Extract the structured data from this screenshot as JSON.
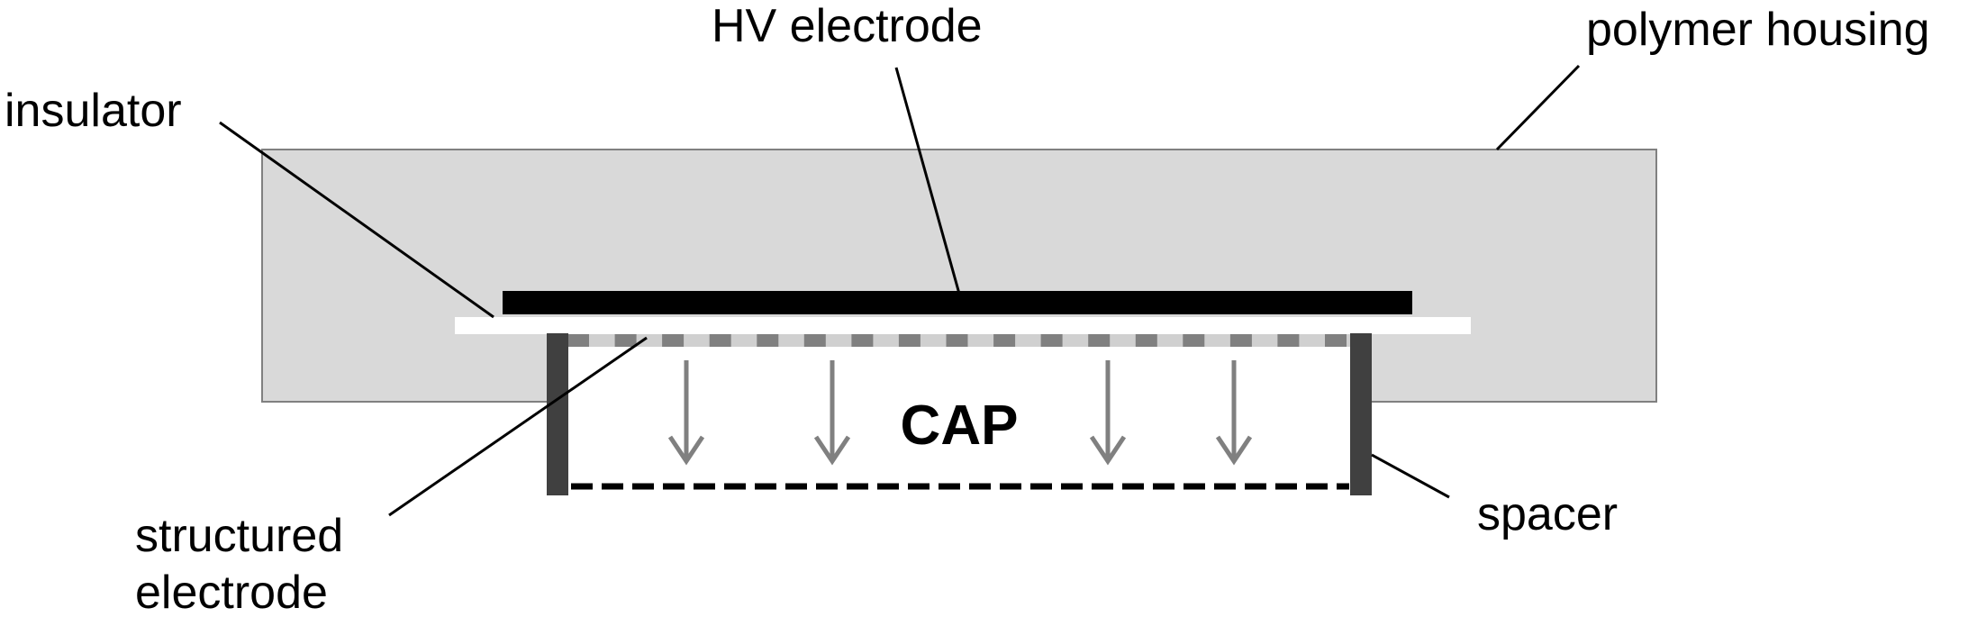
{
  "labels": {
    "hv_electrode": "HV electrode",
    "polymer_housing": "polymer housing",
    "insulator": "insulator",
    "structured_electrode_line1": "structured",
    "structured_electrode_line2": "electrode",
    "spacer": "spacer",
    "cap": "CAP"
  },
  "colors": {
    "housing_fill": "#d9d9d9",
    "housing_stroke": "#808080",
    "hv_electrode": "#000000",
    "insulator": "#ffffff",
    "spacer": "#404040",
    "electrode_dark": "#808080",
    "electrode_light": "#d0d0d0",
    "arrows": "#808080",
    "leader_lines": "#000000"
  },
  "arrow_count": 4,
  "structured_electrode_segments": 17
}
